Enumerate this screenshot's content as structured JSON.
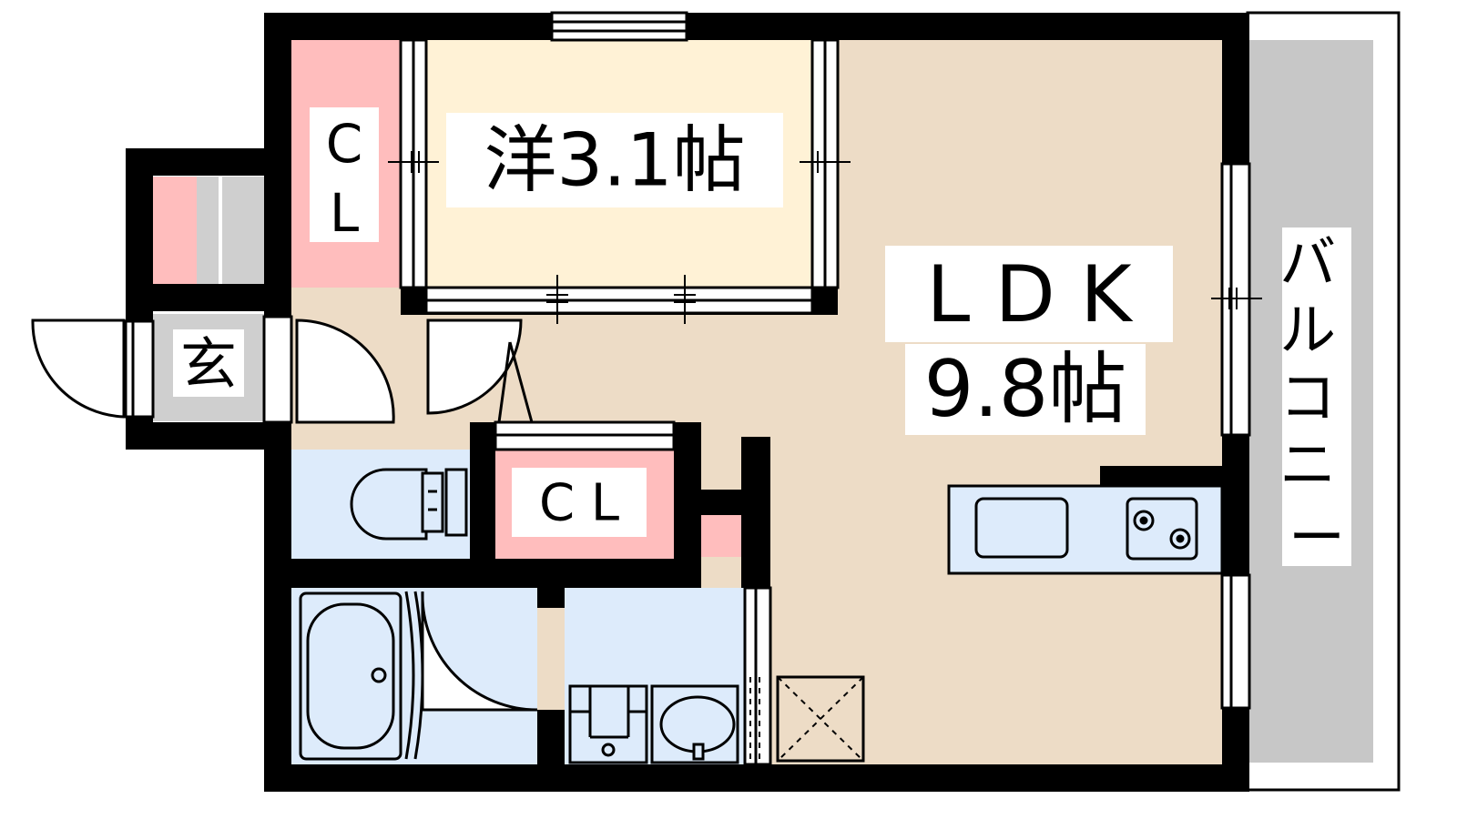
{
  "rooms": {
    "western_room": {
      "label": "洋3.1帖"
    },
    "closet_top": {
      "line1": "C",
      "line2": "L"
    },
    "closet_mid": {
      "label": "C L"
    },
    "entrance": {
      "label": "玄"
    },
    "ldk": {
      "line1": "L D K",
      "line2": "9.8帖"
    },
    "balcony": {
      "label": "バルコニー",
      "chars": [
        "バ",
        "ル",
        "コ",
        "ニ",
        "ー"
      ]
    }
  },
  "colors": {
    "wall": "#000000",
    "western_floor": "#FFF2D6",
    "ldk_floor": "#EDDCC6",
    "closet": "#FFBDBD",
    "wet_area": "#DDEBFB",
    "entrance": "#CFCFCF",
    "balcony": "#C7C7C7"
  }
}
